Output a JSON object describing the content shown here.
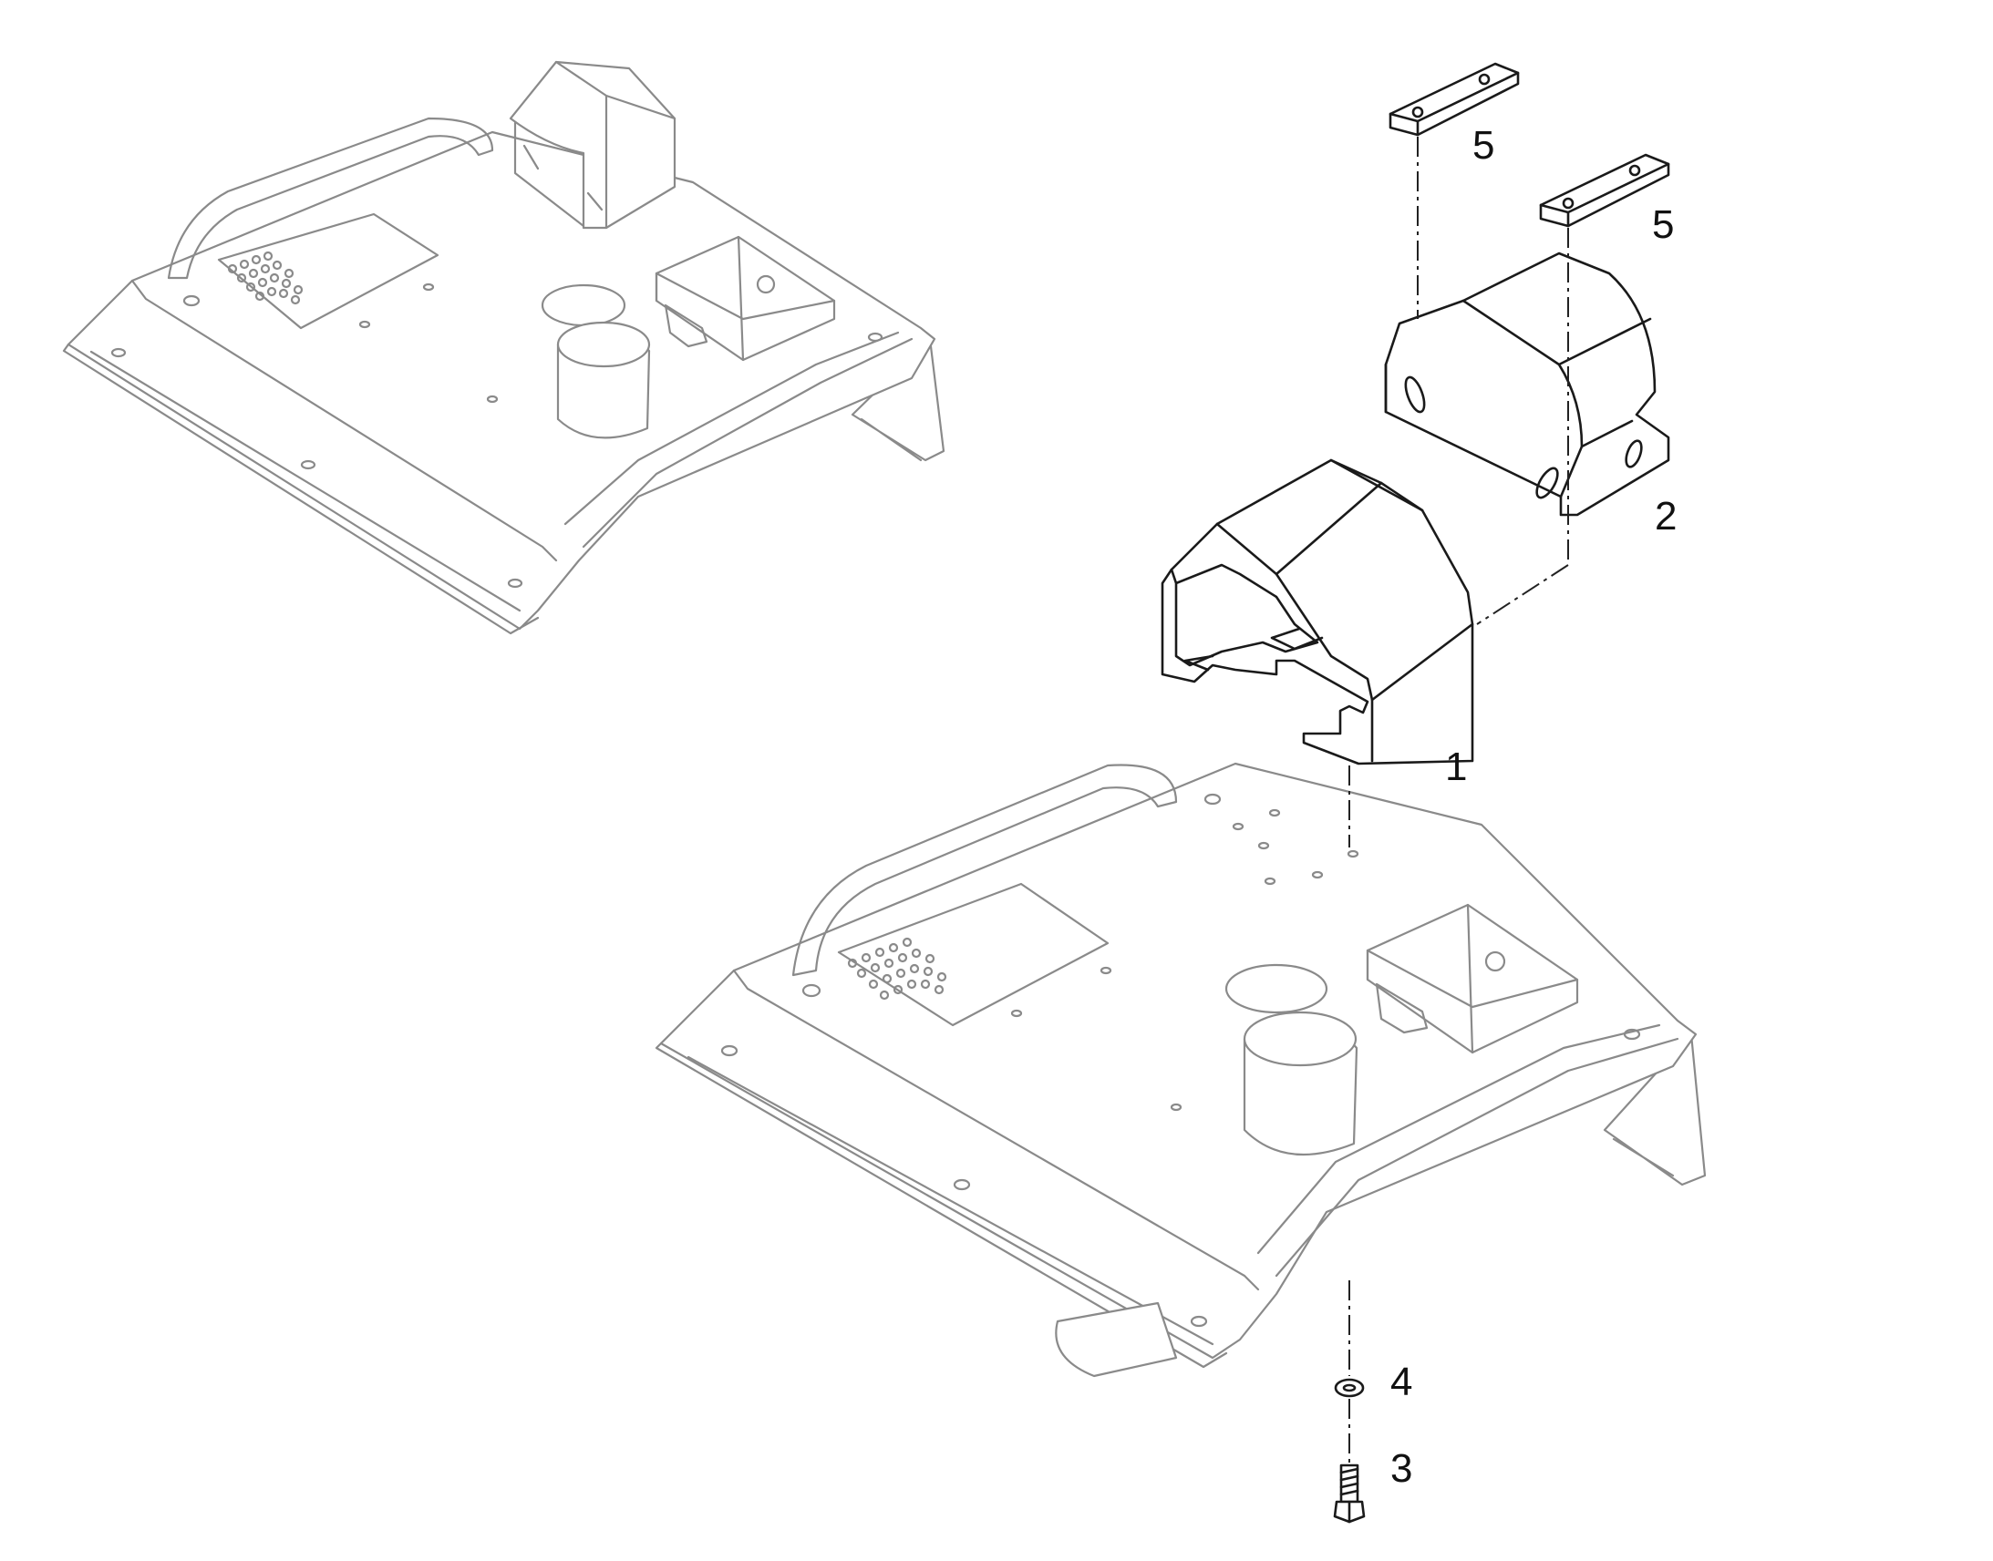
{
  "callouts": {
    "part1": "1",
    "part2": "2",
    "part3": "3",
    "part4": "4",
    "part5a": "5",
    "part5b": "5"
  },
  "colors": {
    "context_line": "#8a8a8a",
    "part_line": "#1a1a1a",
    "background": "#ffffff"
  }
}
